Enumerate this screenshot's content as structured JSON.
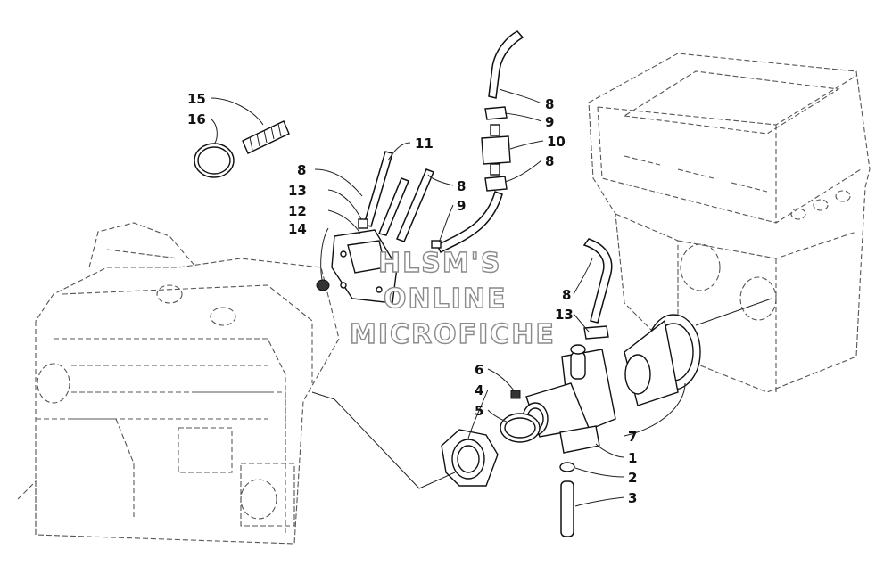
{
  "callouts": [
    {
      "id": "c15",
      "label": "15"
    },
    {
      "id": "c16",
      "label": "16"
    },
    {
      "id": "c11",
      "label": "11"
    },
    {
      "id": "c8a",
      "label": "8"
    },
    {
      "id": "c13a",
      "label": "13"
    },
    {
      "id": "c12",
      "label": "12"
    },
    {
      "id": "c14",
      "label": "14"
    },
    {
      "id": "c8b",
      "label": "8"
    },
    {
      "id": "c9a",
      "label": "9"
    },
    {
      "id": "c8c",
      "label": "8"
    },
    {
      "id": "c9b",
      "label": "9"
    },
    {
      "id": "c10",
      "label": "10"
    },
    {
      "id": "c8d",
      "label": "8"
    },
    {
      "id": "c8e",
      "label": "8"
    },
    {
      "id": "c13b",
      "label": "13"
    },
    {
      "id": "c6",
      "label": "6"
    },
    {
      "id": "c4",
      "label": "4"
    },
    {
      "id": "c5",
      "label": "5"
    },
    {
      "id": "c7",
      "label": "7"
    },
    {
      "id": "c1",
      "label": "1"
    },
    {
      "id": "c2",
      "label": "2"
    },
    {
      "id": "c3",
      "label": "3"
    }
  ],
  "watermark": {
    "line1": "HLSM'S",
    "line2": "ONLINE",
    "line3": "MICROFICHE"
  }
}
